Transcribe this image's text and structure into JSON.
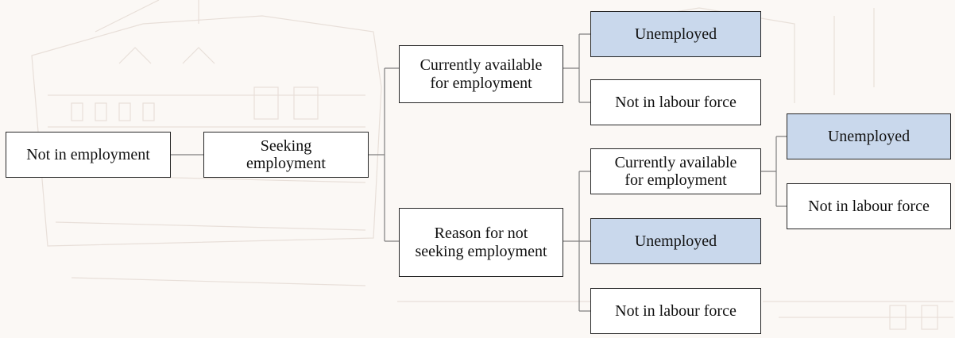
{
  "colors": {
    "box_fill": "#ffffff",
    "unemployed_fill": "#c9d8ec",
    "border": "#262626",
    "connector": "#7f7f7f",
    "background": "#fbf8f5"
  },
  "nodes": {
    "not_in_employment": "Not in employment",
    "seeking_employment": "Seeking\nemployment",
    "currently_available_1": "Currently available\nfor employment",
    "reason_not_seeking": "Reason for not\nseeking employment",
    "unemployed_1": "Unemployed",
    "not_in_labour_force_1": "Not in labour force",
    "currently_available_2": "Currently available\nfor employment",
    "unemployed_2": "Unemployed",
    "not_in_labour_force_2": "Not in labour force",
    "unemployed_3": "Unemployed",
    "not_in_labour_force_3": "Not in labour force"
  }
}
